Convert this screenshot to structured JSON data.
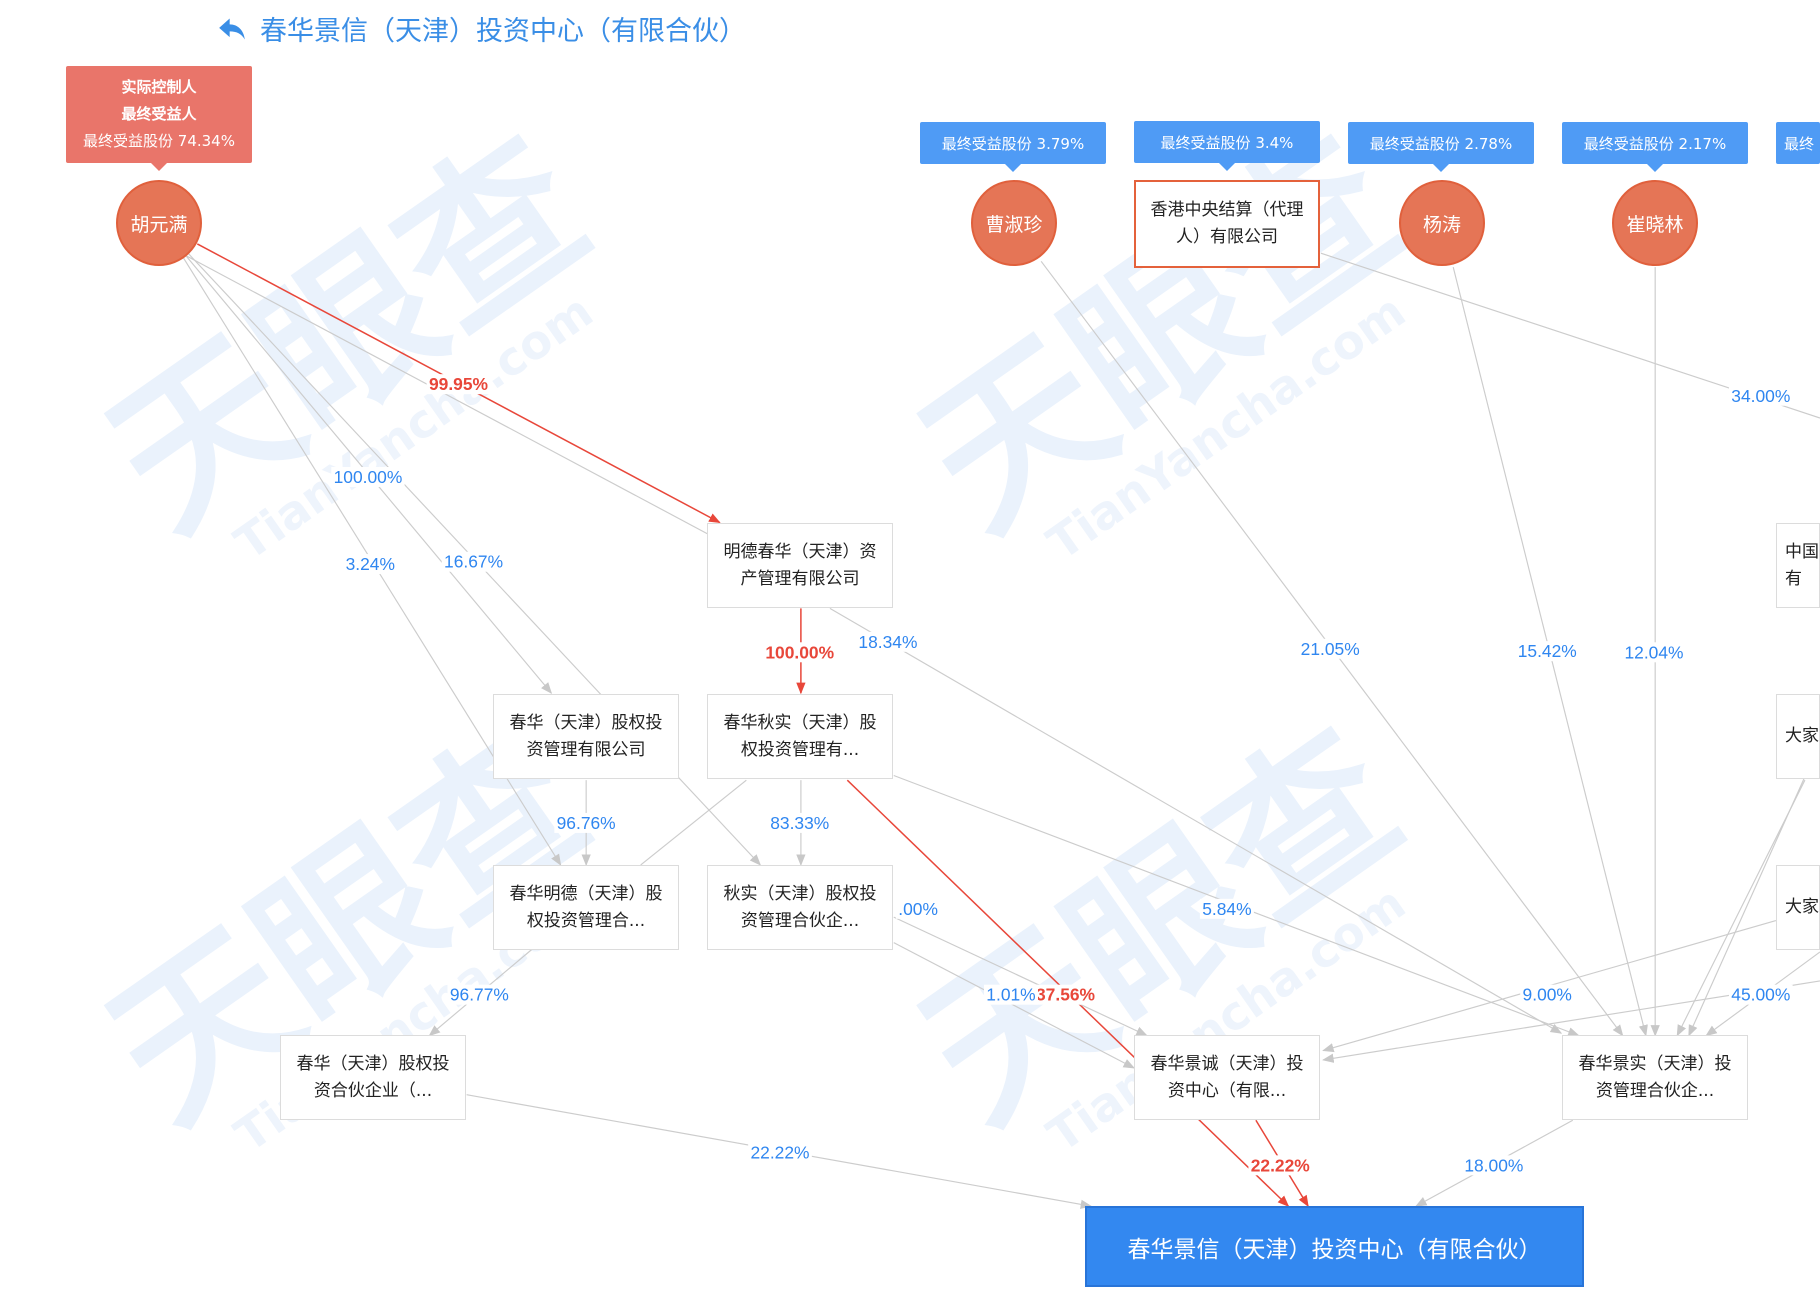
{
  "header": {
    "title": "春华景信（天津）投资中心（有限合伙）",
    "back_icon": "back-arrow-icon"
  },
  "watermark": {
    "brand": "天眼查",
    "url": "TianYancha.com"
  },
  "controller": {
    "name": "胡元满",
    "tip": [
      "实际控制人",
      "最终受益人",
      "最终受益股份 74.34%"
    ]
  },
  "shareholders": [
    {
      "name": "曹淑珍",
      "tip": "最终受益股份 3.79%",
      "type": "person"
    },
    {
      "name": "香港中央结算（代理人）有限公司",
      "tip": "最终受益股份 3.4%",
      "type": "company"
    },
    {
      "name": "杨涛",
      "tip": "最终受益股份 2.78%",
      "type": "person"
    },
    {
      "name": "崔晓林",
      "tip": "最终受益股份 2.17%",
      "type": "person"
    },
    {
      "name": "",
      "tip": "最终",
      "type": "cut"
    }
  ],
  "companies": [
    {
      "name": "明德春华（天津）资产管理有限公司"
    },
    {
      "name": "春华（天津）股权投资管理有限公司"
    },
    {
      "name": "春华秋实（天津）股权投资管理有..."
    },
    {
      "name": "春华明德（天津）股权投资管理合..."
    },
    {
      "name": "秋实（天津）股权投资管理合伙企..."
    },
    {
      "name": "春华（天津）股权投资合伙企业（..."
    },
    {
      "name": "春华景诚（天津）投资中心（有限..."
    },
    {
      "name": "春华景实（天津）投资管理合伙企..."
    },
    {
      "name": "中国 有"
    },
    {
      "name": "大家"
    },
    {
      "name": "大家"
    }
  ],
  "target": {
    "name": "春华景信（天津）投资中心（有限合伙）"
  },
  "edges": [
    {
      "label": "99.95%",
      "color": "#e8473a"
    },
    {
      "label": "",
      "color": "#cccccc"
    },
    {
      "label": "3.24%",
      "color": "#cccccc"
    },
    {
      "label": "100.00%",
      "color": "#cccccc"
    },
    {
      "label": "16.67%",
      "color": "#cccccc"
    },
    {
      "label": "100.00%",
      "color": "#e8473a"
    },
    {
      "label": "18.34%",
      "color": "#cccccc"
    },
    {
      "label": "5.84%",
      "color": "#cccccc"
    },
    {
      "label": "37.56%",
      "color": "#e8473a"
    },
    {
      "label": "96.76%",
      "color": "#cccccc"
    },
    {
      "label": "83.33%",
      "color": "#cccccc"
    },
    {
      "label": "",
      "color": "#cccccc"
    },
    {
      "label": ".00%",
      "color": "#cccccc"
    },
    {
      "label": "1.01%",
      "color": "#cccccc"
    },
    {
      "label": "96.77%",
      "color": "#cccccc"
    },
    {
      "label": "22.22%",
      "color": "#cccccc"
    },
    {
      "label": "22.22%",
      "color": "#e8473a"
    },
    {
      "label": "18.00%",
      "color": "#cccccc"
    },
    {
      "label": "21.05%",
      "color": "#cccccc"
    },
    {
      "label": "34.00%",
      "color": "#cccccc"
    },
    {
      "label": "15.42%",
      "color": "#cccccc"
    },
    {
      "label": "12.04%",
      "color": "#cccccc"
    },
    {
      "label": "",
      "color": "#cccccc"
    },
    {
      "label": "9.00%",
      "color": "#cccccc"
    },
    {
      "label": "45.00%",
      "color": "#cccccc"
    },
    {
      "label": "",
      "color": "#cccccc"
    },
    {
      "label": "",
      "color": "#cccccc"
    }
  ],
  "colors": {
    "blue_label": "#2f86f0",
    "red_label": "#e8473a"
  }
}
